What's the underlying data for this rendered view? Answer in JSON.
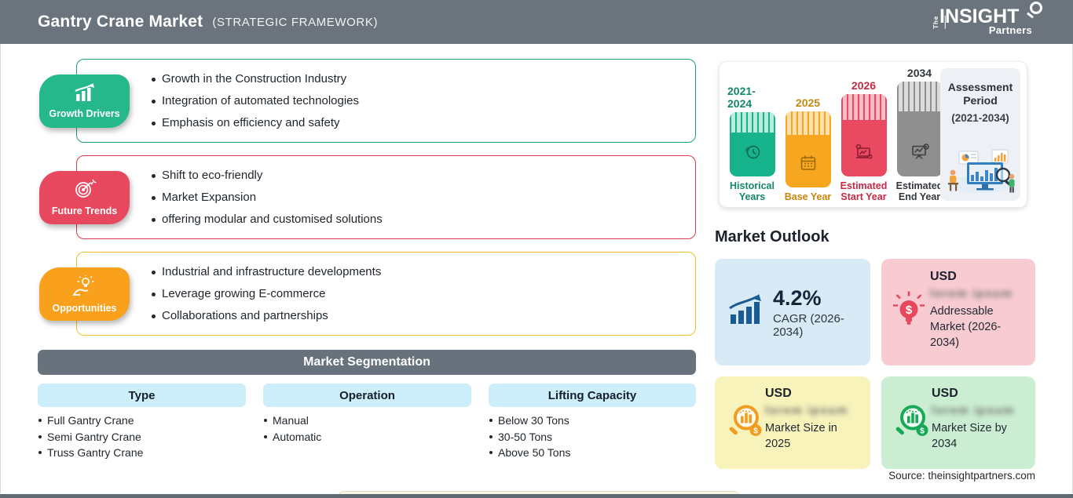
{
  "header": {
    "title": "Gantry Crane Market",
    "subtitle": "(STRATEGIC FRAMEWORK)",
    "logo": {
      "the": "The",
      "insight": "INSIGHT",
      "partners": "Partners"
    }
  },
  "framework": [
    {
      "label": "Growth Drivers",
      "accent": "#24b88a",
      "items": [
        "Growth in the Construction Industry",
        "Integration of automated technologies",
        "Emphasis on efficiency and safety"
      ]
    },
    {
      "label": "Future Trends",
      "accent": "#e8485e",
      "items": [
        "Shift to eco-friendly",
        "Market Expansion",
        "offering modular and customised solutions"
      ]
    },
    {
      "label": "Opportunities",
      "accent": "#f9a01d",
      "items": [
        "Industrial and infrastructure developments",
        "Leverage growing E-commerce",
        "Collaborations and partnerships"
      ]
    }
  ],
  "segmentation": {
    "title": "Market Segmentation",
    "columns": [
      {
        "header": "Type",
        "items": [
          "Full Gantry Crane",
          "Semi Gantry Crane",
          "Truss Gantry Crane"
        ]
      },
      {
        "header": "Operation",
        "items": [
          "Manual",
          "Automatic"
        ]
      },
      {
        "header": "Lifting Capacity",
        "items": [
          "Below 30 Tons",
          "30-50 Tons",
          "Above 50 Tons"
        ]
      }
    ]
  },
  "timeline": {
    "bars": [
      {
        "year": "2021-2024",
        "caption": "Historical Years",
        "color": "#17b38c",
        "icon": "history-clock-icon"
      },
      {
        "year": "2025",
        "caption": "Base Year",
        "color": "#f7a71f",
        "icon": "calendar-icon"
      },
      {
        "year": "2026",
        "caption": "Estimated Start Year",
        "color": "#ea4a61",
        "icon": "laptop-chart-gear-icon"
      },
      {
        "year": "2034",
        "caption": "Estimated End Year",
        "color": "#8f8f8f",
        "icon": "presentation-board-icon"
      }
    ],
    "assessment": {
      "title": "Assessment Period",
      "range": "(2021-2034)"
    }
  },
  "outlook": {
    "title": "Market Outlook",
    "cards": [
      {
        "value": "4.2%",
        "label": "CAGR (2026-2034)",
        "bg": "#d7eaf6",
        "icon": "growth-chart-icon"
      },
      {
        "currency": "USD",
        "blurred_value": "lorem ipsum",
        "label": "Addressable Market (2026-2034)",
        "bg": "#f8cbd2",
        "icon": "bulb-dollar-icon"
      },
      {
        "currency": "USD",
        "blurred_value": "lorem ipsum",
        "label": "Market Size in 2025",
        "bg": "#f8f3bb",
        "icon": "magnifier-chart-icon"
      },
      {
        "currency": "USD",
        "blurred_value": "lorem ipsum",
        "label": "Market Size by 2034",
        "bg": "#cbeed2",
        "icon": "magnifier-chart-icon"
      }
    ],
    "source": "Source: theinsightpartners.com"
  }
}
